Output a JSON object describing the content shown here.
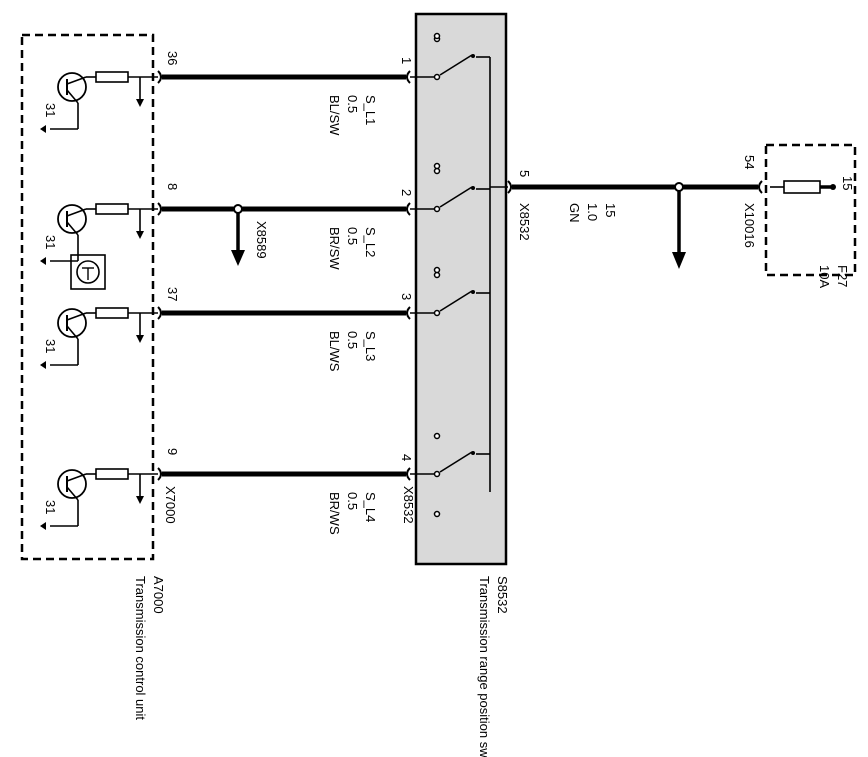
{
  "components": {
    "tcu": {
      "id": "A7000",
      "name": "Transmission control unit",
      "connector": "X7000",
      "ground_label": "31"
    },
    "switch": {
      "id": "S8532",
      "name": "Transmission range position switch",
      "connector": "X8532"
    },
    "fuse": {
      "id": "F27",
      "rating": "10A",
      "connector": "X10016",
      "terminal": "15"
    }
  },
  "wires": [
    {
      "tcu_pin": "36",
      "switch_pin": "1",
      "signal": "S_L1",
      "size": "0.5",
      "color": "BL/SW"
    },
    {
      "tcu_pin": "8",
      "switch_pin": "2",
      "signal": "S_L2",
      "size": "0.5",
      "color": "BR/SW"
    },
    {
      "tcu_pin": "37",
      "switch_pin": "3",
      "signal": "S_L3",
      "size": "0.5",
      "color": "BL/WS"
    },
    {
      "tcu_pin": "9",
      "switch_pin": "4",
      "signal": "S_L4",
      "size": "0.5",
      "color": "BR/WS"
    }
  ],
  "supply_wire": {
    "switch_pin": "5",
    "fuse_pin": "54",
    "signal": "15",
    "size": "1.0",
    "color": "GN"
  },
  "branch_connector": "X8589"
}
